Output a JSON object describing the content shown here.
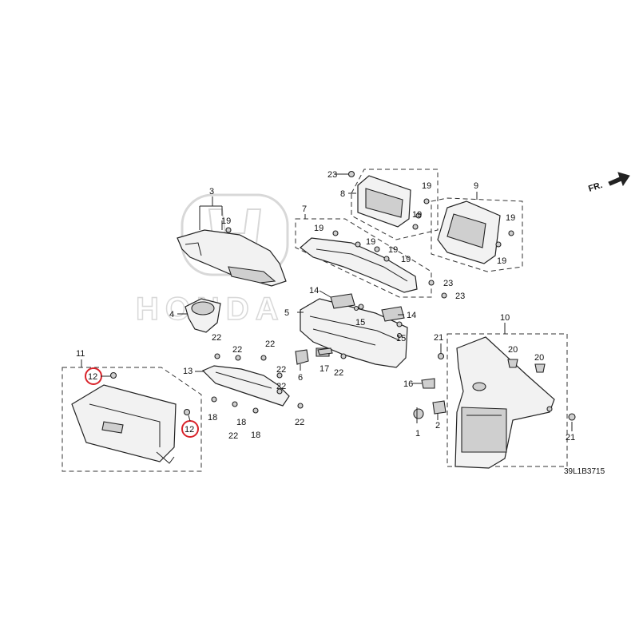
{
  "diagram_code": "39L1B3715",
  "direction_label": "FR.",
  "highlight_color": "#d9232a",
  "watermark_text": "HONDA",
  "callouts": {
    "c1": "1",
    "c2": "2",
    "c3": "3",
    "c4": "4",
    "c5": "5",
    "c6": "6",
    "c7": "7",
    "c8": "8",
    "c9": "9",
    "c10": "10",
    "c11": "11",
    "c12a": "12",
    "c12b": "12",
    "c13": "13",
    "c14a": "14",
    "c14b": "14",
    "c15a": "15",
    "c15b": "15",
    "c16": "16",
    "c17": "17",
    "c18a": "18",
    "c18b": "18",
    "c18c": "18",
    "c19a": "19",
    "c19b": "19",
    "c19c": "19",
    "c19d": "19",
    "c19e": "19",
    "c19f": "19",
    "c19g": "19",
    "c19h": "19",
    "c19i": "19",
    "c20a": "20",
    "c20b": "20",
    "c21a": "21",
    "c21b": "21",
    "c22a": "22",
    "c22b": "22",
    "c22c": "22",
    "c22d": "22",
    "c22e": "22",
    "c22f": "22",
    "c22g": "22",
    "c22h": "22",
    "c22i": "22",
    "c23a": "23",
    "c23b": "23",
    "c23c": "23"
  }
}
